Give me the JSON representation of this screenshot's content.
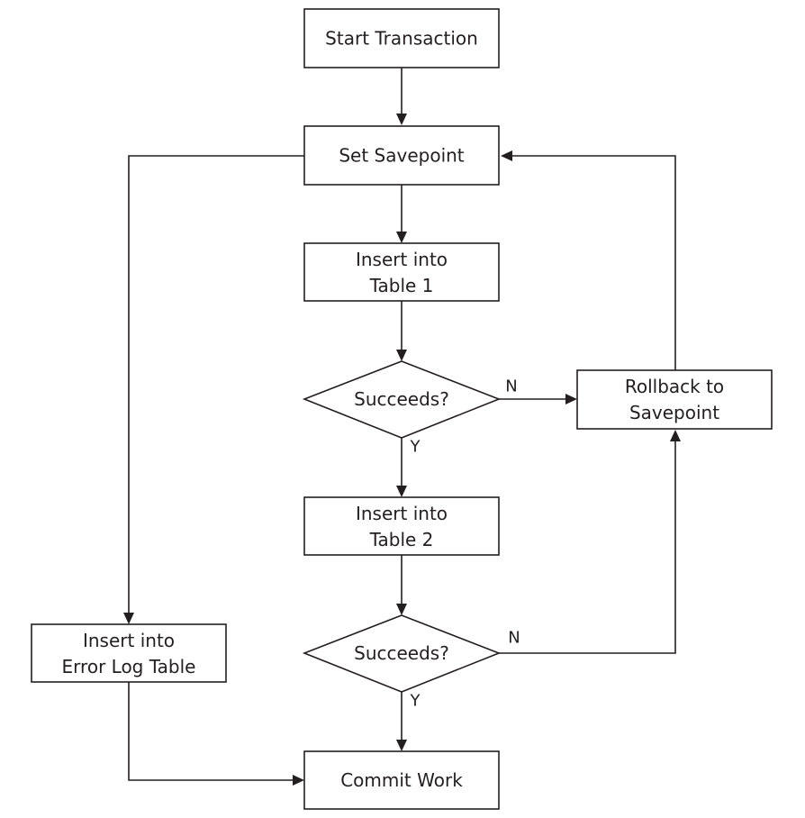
{
  "nodes": {
    "start_transaction": "Start Transaction",
    "set_savepoint": "Set Savepoint",
    "insert_table1": [
      "Insert into",
      "Table 1"
    ],
    "succeeds_1": "Succeeds?",
    "rollback": [
      "Rollback to",
      "Savepoint"
    ],
    "insert_table2": [
      "Insert into",
      "Table 2"
    ],
    "succeeds_2": "Succeeds?",
    "insert_error_log": [
      "Insert into",
      "Error Log Table"
    ],
    "commit_work": "Commit Work"
  },
  "edge_labels": {
    "succeeds_1_no": "N",
    "succeeds_1_yes": "Y",
    "succeeds_2_no": "N",
    "succeeds_2_yes": "Y"
  },
  "colors": {
    "stroke": "#231f20",
    "background": "#ffffff"
  }
}
